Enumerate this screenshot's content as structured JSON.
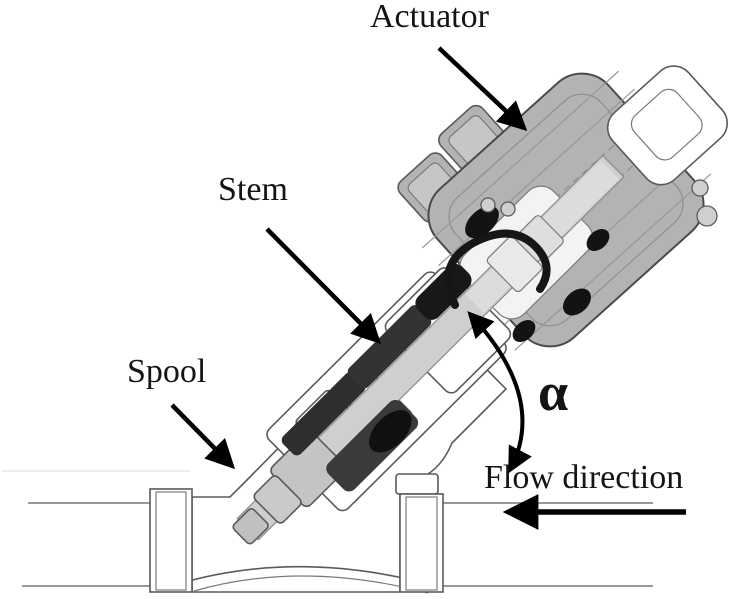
{
  "figure": {
    "title": "Angle-seat valve cross-section diagram",
    "labels": {
      "actuator": "Actuator",
      "stem": "Stem",
      "spool": "Spool",
      "alpha": "α",
      "flow_direction": "Flow direction"
    },
    "colors": {
      "background": "#ffffff",
      "label_text": "#141414",
      "arrow": "#000000",
      "actuator_body": "#b3b3b3",
      "actuator_inner": "#c6c6c6",
      "stem_shaft": "#cfcfcf",
      "valve_body": "#ffffff",
      "outline": "#5a5a5a",
      "seal": "#161616",
      "packing": "#2f2f2f",
      "pipe_line": "#8a8a8a"
    },
    "icons": {
      "actuator_arrow": "diagonal-pointer-arrow",
      "stem_arrow": "diagonal-pointer-arrow",
      "spool_arrow": "diagonal-pointer-arrow",
      "alpha_arc": "curved-double-headed-arrow",
      "flow_arrow": "left-pointing-arrow"
    }
  }
}
